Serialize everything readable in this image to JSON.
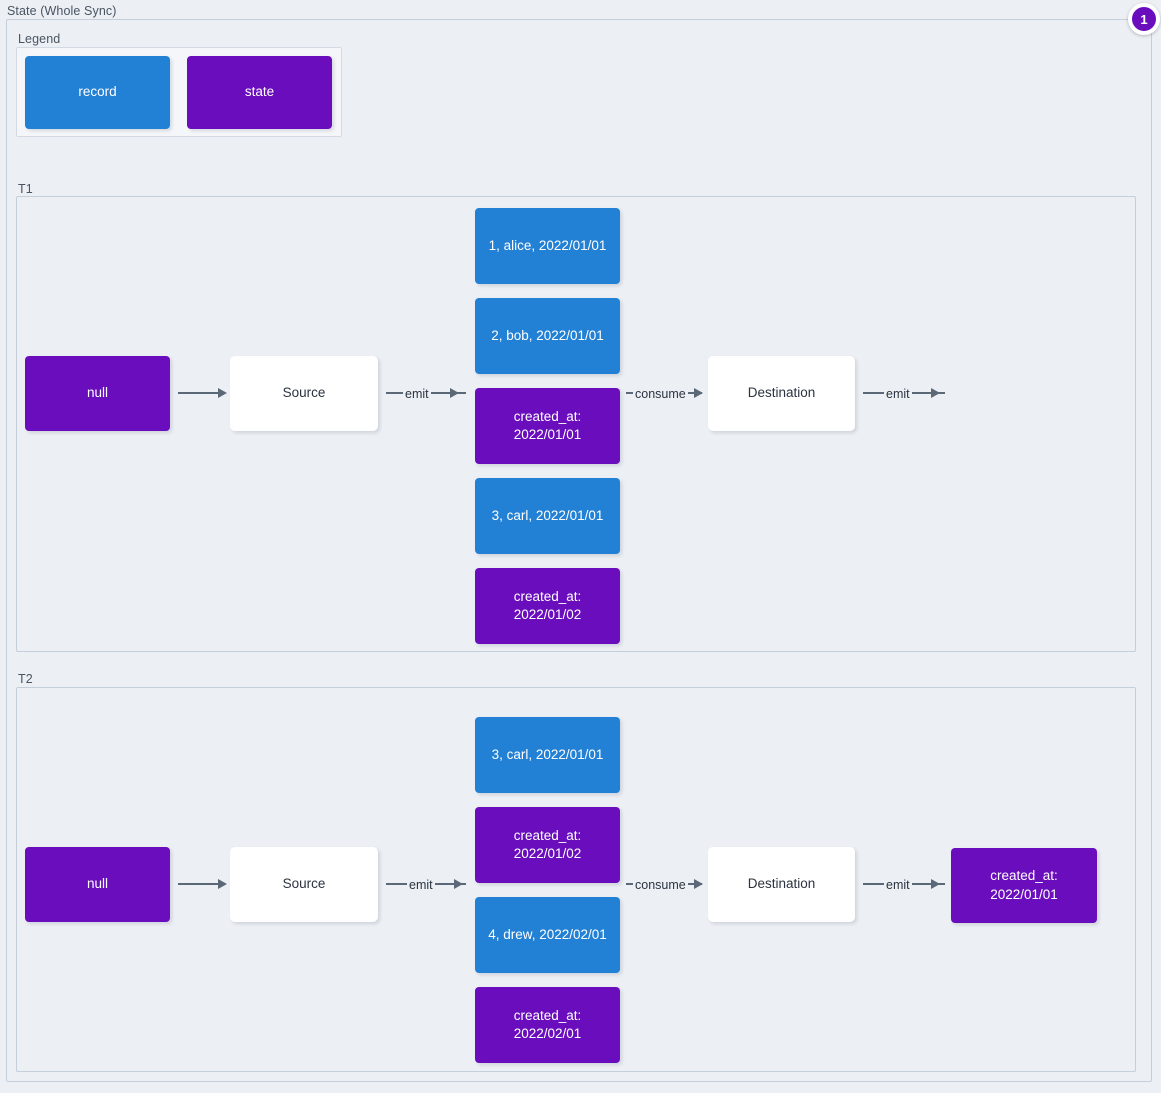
{
  "diagram": {
    "title": "State (Whole Sync)",
    "badge": "1",
    "accent_record": "#2280d5",
    "accent_state": "#6a0dbd",
    "edge_color": "#5a6877",
    "background": "#eceff4"
  },
  "legend": {
    "label": "Legend",
    "items": [
      {
        "label": "record",
        "type": "record"
      },
      {
        "label": "state",
        "type": "state"
      }
    ]
  },
  "groups": [
    {
      "label": "T1",
      "nodes": {
        "initial_state": "null",
        "source": "Source",
        "destination": "Destination",
        "stream": [
          {
            "label": "1, alice, 2022/01/01",
            "type": "record"
          },
          {
            "label": "2, bob, 2022/01/01",
            "type": "record"
          },
          {
            "label": "created_at:\n2022/01/01",
            "type": "state"
          },
          {
            "label": "3, carl, 2022/01/01",
            "type": "record"
          },
          {
            "label": "created_at:\n2022/01/02",
            "type": "state"
          }
        ]
      },
      "edges": {
        "state_to_source": "",
        "source_emit": "emit",
        "consume": "consume",
        "destination_emit": "emit"
      }
    },
    {
      "label": "T2",
      "nodes": {
        "initial_state": "null",
        "source": "Source",
        "destination": "Destination",
        "final_state": "created_at:\n2022/01/01",
        "stream": [
          {
            "label": "3, carl, 2022/01/01",
            "type": "record"
          },
          {
            "label": "created_at:\n2022/01/02",
            "type": "state"
          },
          {
            "label": "4, drew, 2022/02/01",
            "type": "record"
          },
          {
            "label": "created_at:\n2022/02/01",
            "type": "state"
          }
        ]
      },
      "edges": {
        "state_to_source": "",
        "source_emit": "emit",
        "consume": "consume",
        "destination_emit": "emit"
      }
    }
  ]
}
